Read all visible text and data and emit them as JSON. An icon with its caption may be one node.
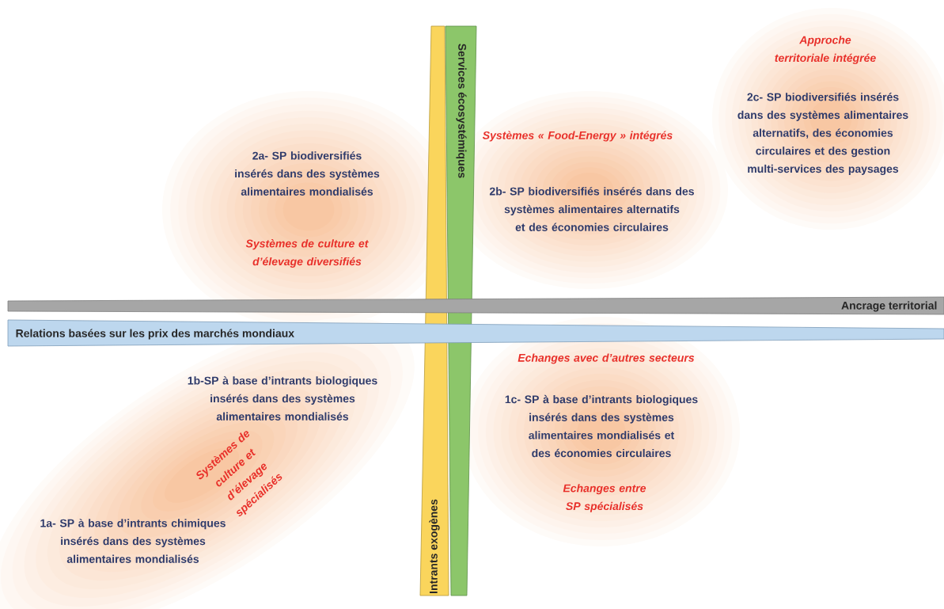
{
  "diagram": {
    "nodes": [
      {
        "text": [
          "Services écosystémiques"
        ]
      },
      {
        "text": [
          "2a- SP biodiversifiés insérés dans des systèmes alimentaires mondialisés",
          "Systèmes de culture et d’élevage diversifiés"
        ]
      },
      {
        "text": [
          "Systèmes « Food-Energy » intégrés",
          "2b- SP biodiversifiés insérés dans des systèmes alimentaires alternatifs et des économies circulaires"
        ]
      },
      {
        "text": [
          "Approche territoriale intégrée",
          "2c- SP biodiversifiés insérés dans des systèmes alimentaires alternatifs, des économies circulaires et des gestion multi-services des paysages"
        ]
      },
      {
        "text": [
          "Ancrage territorial"
        ]
      },
      {
        "text": [
          "Relations basées sur les prix des marchés mondiaux"
        ]
      },
      {
        "text": [
          "1b-SP à base d’intrants biologiques insérés dans des systèmes alimentaires mondialisés",
          "Systèmes de culture et d’élevage spécialisés",
          "1a- SP à base d’intrants chimiques insérés dans des systèmes alimentaires mondialisés"
        ]
      },
      {
        "text": [
          "Echanges avec d’autres secteurs",
          "1c- SP à base d’intrants biologiques insérés dans des systèmes alimentaires mondialisés et des économies circulaires",
          "Echanges entre SP spécialisés"
        ]
      },
      {
        "text": [
          "Intrants exogènes"
        ]
      }
    ]
  }
}
